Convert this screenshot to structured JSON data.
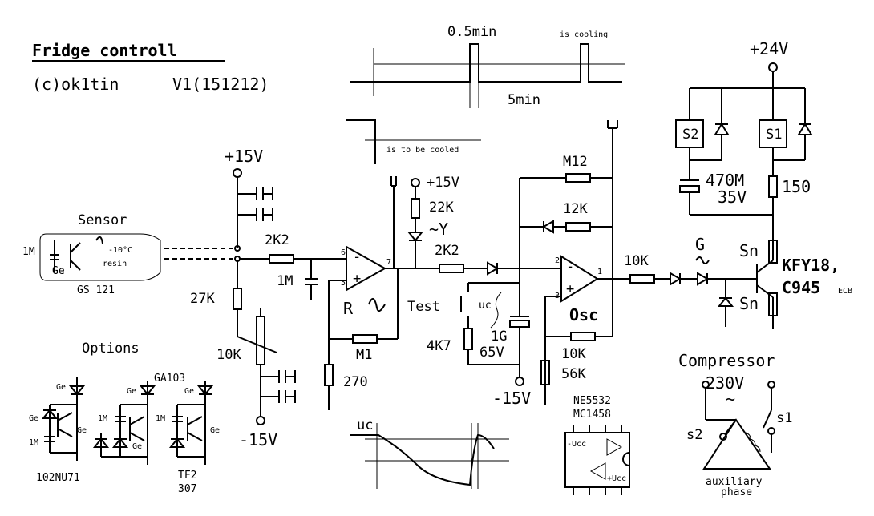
{
  "title": "Fridge controll",
  "author": "(c)ok1tin",
  "version": "V1(151212)",
  "top_graph": {
    "pulse_label": "0.5min",
    "cooling_label": "is cooling",
    "period_label": "5min",
    "tobecooled_label": "is to be cooled"
  },
  "rails": {
    "p15_a": "+15V",
    "p15_b": "+15V",
    "m15_a": "-15V",
    "m15_b": "-15V",
    "p24": "+24V"
  },
  "sensor": {
    "title": "Sensor",
    "r": "1M",
    "temp": "-10°C",
    "resin": "resin",
    "ge": "Ge",
    "part": "GS 121"
  },
  "parts": {
    "r2k2a": "2K2",
    "c1m": "1M",
    "r27k": "27K",
    "r10k_pot": "10K",
    "rv_label": "R",
    "m1": "M1",
    "r270": "270",
    "r22k": "22K",
    "led": "~Y",
    "r2k2b": "2K2",
    "test": "Test",
    "uc": "uc",
    "c1g": "1G",
    "c65v": "65V",
    "r4k7": "4K7",
    "m12": "M12",
    "r12k": "12K",
    "osc": "Osc",
    "r10k_fb": "10K",
    "r56k": "56K",
    "r10k_out": "10K",
    "g": "G",
    "sn1": "Sn",
    "sn2": "Sn",
    "kfy": "KFY18,",
    "c945": "C945",
    "ecb": "ECB",
    "r150": "150",
    "c470": "470M",
    "c35v": "35V",
    "s1": "S1",
    "s2": "S2"
  },
  "pins": {
    "p6": "6",
    "p5": "5",
    "p7": "7",
    "p2": "2",
    "p3": "3",
    "p1": "1"
  },
  "options": {
    "title": "Options",
    "ge1": "Ge",
    "ge2": "Ge",
    "ge3": "Ge",
    "ge4": "Ge",
    "ge5": "Ge",
    "ge6": "Ge",
    "ge7": "Ge",
    "r1m_a": "1M",
    "r1m_b": "1M",
    "r1m_c": "1M",
    "ga103": "GA103",
    "p1": "102NU71",
    "p2a": "TF2",
    "p2b": "307"
  },
  "bottom_graph": {
    "label": "uc"
  },
  "ic": {
    "name1": "NE5532",
    "name2": "MC1458",
    "mucc": "-Ucc",
    "pucc": "+Ucc"
  },
  "compressor": {
    "title": "Compressor",
    "v": "230V",
    "ac": "~",
    "s1": "s1",
    "s2": "s2",
    "aux1": "auxiliary",
    "aux2": "phase"
  }
}
